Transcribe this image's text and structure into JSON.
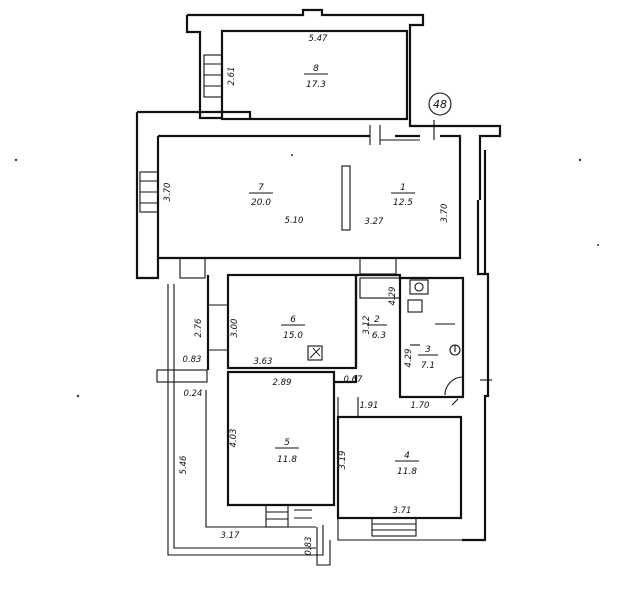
{
  "plan": {
    "building_number": "48",
    "rooms": [
      {
        "number": "8",
        "area": "17.3"
      },
      {
        "number": "7",
        "area": "20.0"
      },
      {
        "number": "1",
        "area": "12.5"
      },
      {
        "number": "6",
        "area": "15.0"
      },
      {
        "number": "2",
        "area": "6.3"
      },
      {
        "number": "3",
        "area": "7.1"
      },
      {
        "number": "5",
        "area": "11.8"
      },
      {
        "number": "4",
        "area": "11.8"
      }
    ],
    "dimensions": [
      "5.47",
      "2.61",
      "3.70",
      "5.10",
      "3.27",
      "3.70",
      "2.76",
      "3.00",
      "0.83",
      "0.24",
      "3.63",
      "2.89",
      "0.67",
      "1.91",
      "1.70",
      "4.29",
      "3.12",
      "4.29",
      "4.03",
      "3.19",
      "5.46",
      "3.17",
      "0.83",
      "3.71"
    ]
  }
}
